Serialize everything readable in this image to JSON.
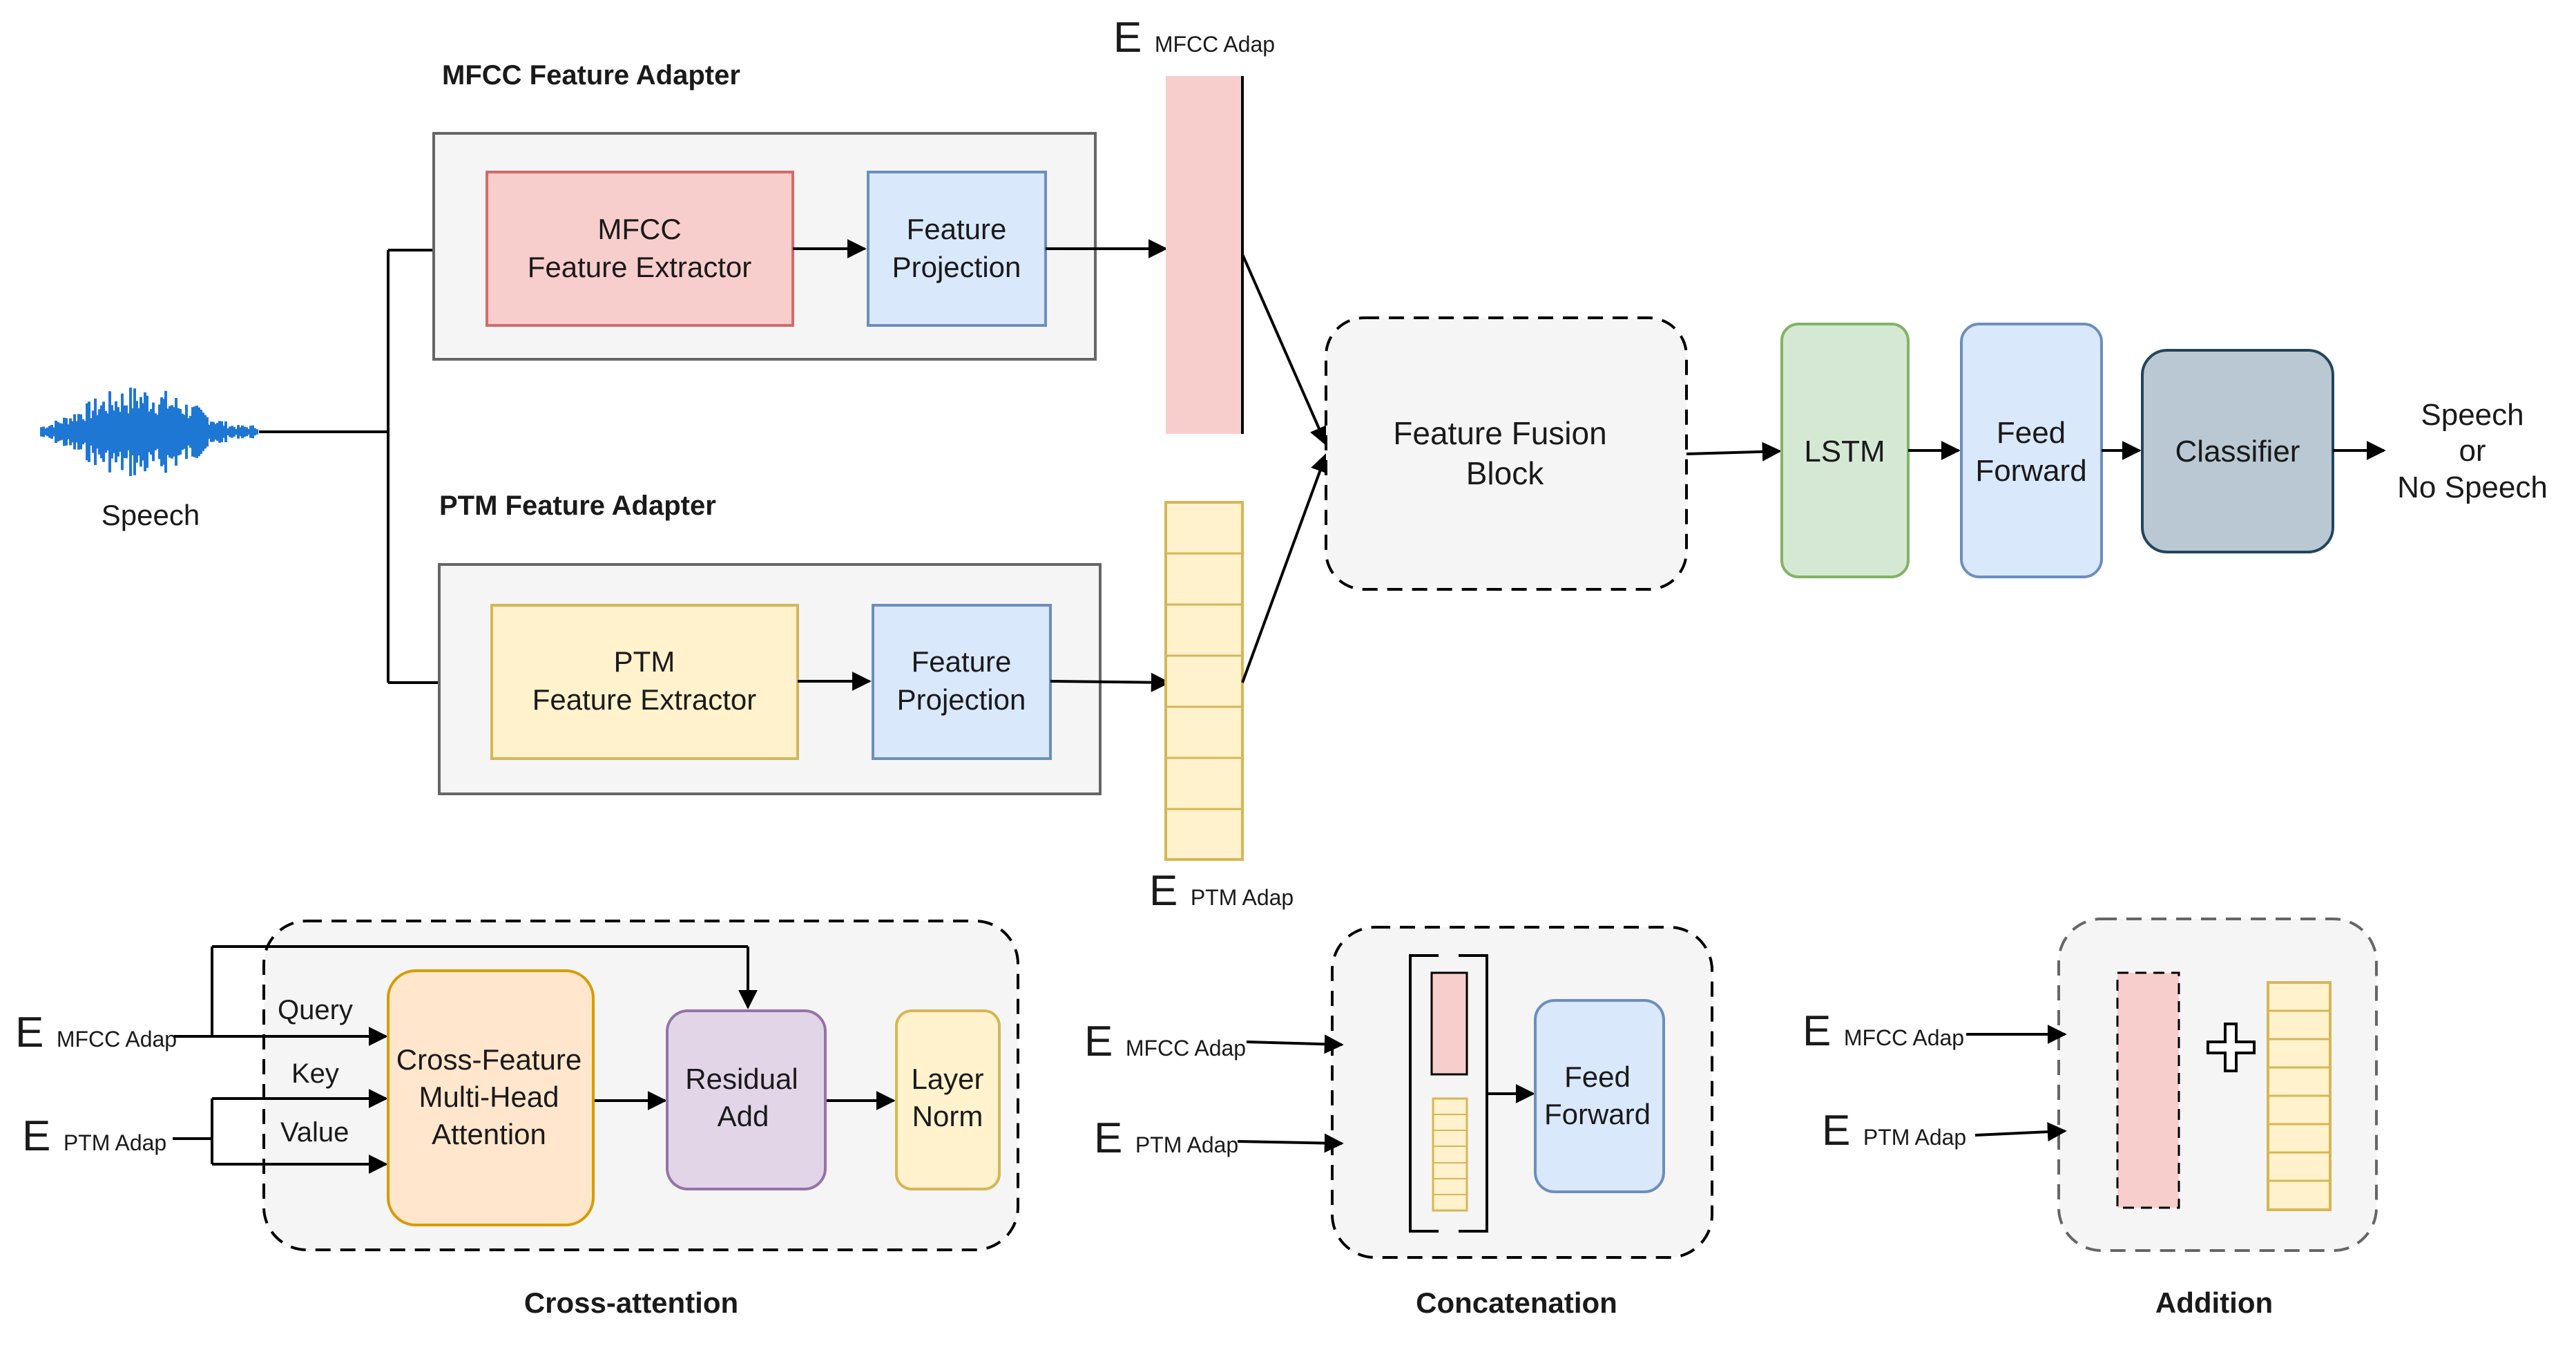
{
  "top": {
    "input": {
      "label": "Speech"
    },
    "mfcc_adapter": {
      "title": "MFCC Feature Adapter",
      "extractor": [
        "MFCC",
        "Feature Extractor"
      ],
      "projection": [
        "Feature",
        "Projection"
      ]
    },
    "ptm_adapter": {
      "title": "PTM Feature Adapter",
      "extractor": [
        "PTM",
        "Feature Extractor"
      ],
      "projection": [
        "Feature",
        "Projection"
      ]
    },
    "embeddings": {
      "e_letter": "E",
      "mfcc_sub": "MFCC Adap",
      "ptm_sub": "PTM Adap"
    },
    "fusion": [
      "Feature Fusion",
      "Block"
    ],
    "lstm": "LSTM",
    "feed_forward": [
      "Feed",
      "Forward"
    ],
    "classifier": "Classifier",
    "output": [
      "Speech",
      "or",
      "No Speech"
    ]
  },
  "cross_attention": {
    "caption": "Cross-attention",
    "query": "Query",
    "key": "Key",
    "value": "Value",
    "attention": [
      "Cross-Feature",
      "Multi-Head",
      "Attention"
    ],
    "residual": [
      "Residual",
      "Add"
    ],
    "layer_norm": [
      "Layer",
      "Norm"
    ]
  },
  "concatenation": {
    "caption": "Concatenation",
    "feed_forward": [
      "Feed",
      "Forward"
    ]
  },
  "addition": {
    "caption": "Addition"
  },
  "colors": {
    "gray_fill": "#f5f5f5",
    "gray_stroke": "#666666",
    "mfcc_fill": "#f8cecc",
    "mfcc_stroke": "#d46a6a",
    "ptm_fill": "#fff2cc",
    "ptm_stroke": "#d6b656",
    "proj_fill": "#dae8fc",
    "proj_stroke": "#6c8ebf",
    "lstm_fill": "#d5e8d4",
    "lstm_stroke": "#82b366",
    "classifier_fill": "#bac8d3",
    "classifier_stroke": "#23445d",
    "attention_fill": "#ffe6cc",
    "attention_stroke": "#d79b00",
    "residual_fill": "#e1d5e7",
    "residual_stroke": "#9673a6"
  }
}
